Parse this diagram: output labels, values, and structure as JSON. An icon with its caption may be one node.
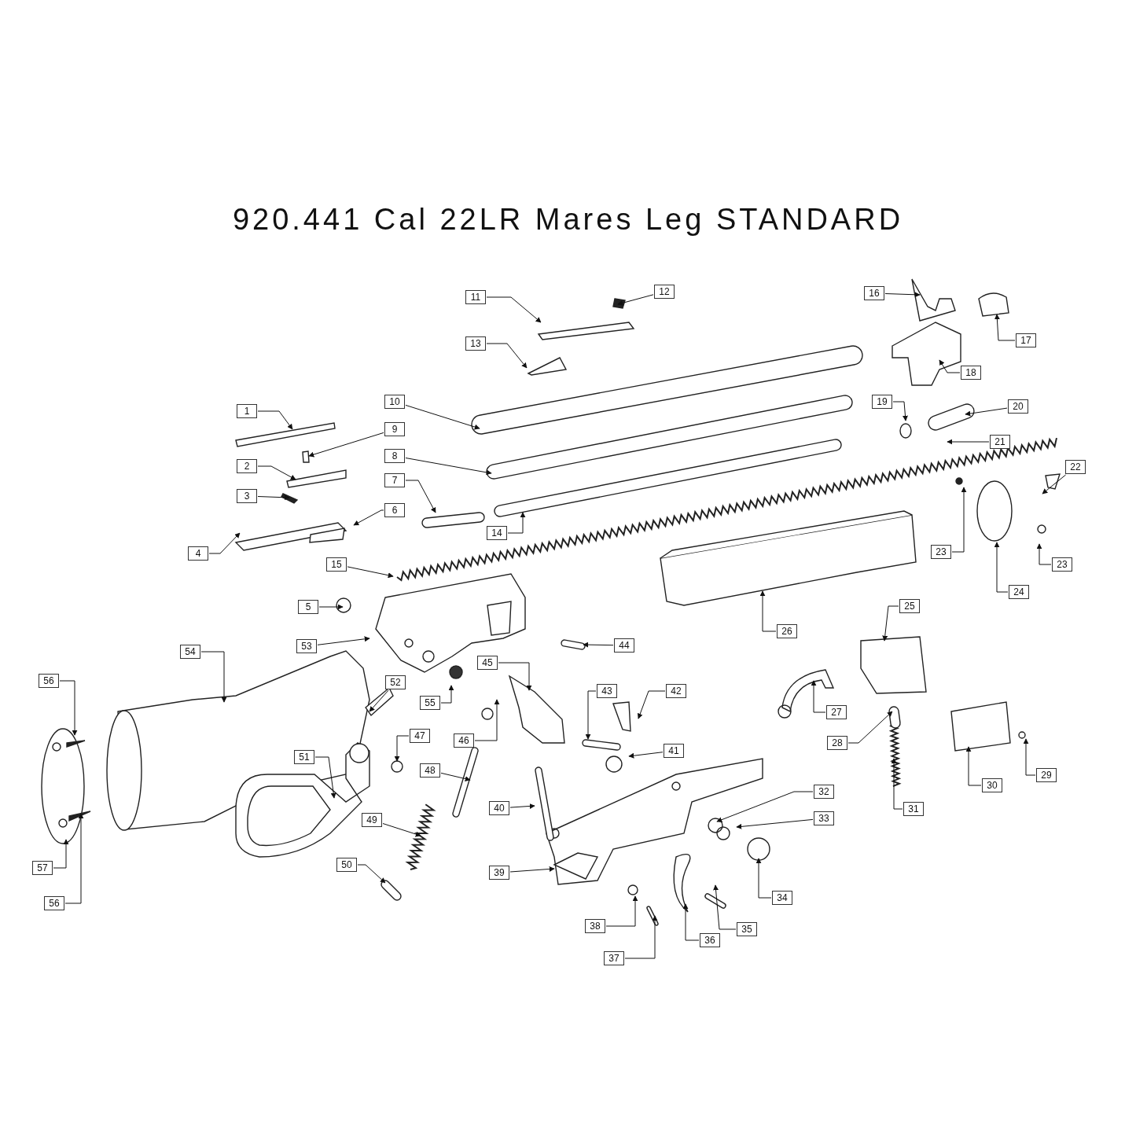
{
  "diagram": {
    "title": "920.441 Cal 22LR Mares Leg STANDARD",
    "nodes": [
      {
        "text": [
          "1"
        ]
      },
      {
        "text": [
          "2"
        ]
      },
      {
        "text": [
          "3"
        ]
      },
      {
        "text": [
          "4"
        ]
      },
      {
        "text": [
          "5"
        ]
      },
      {
        "text": [
          "6"
        ]
      },
      {
        "text": [
          "7"
        ]
      },
      {
        "text": [
          "8"
        ]
      },
      {
        "text": [
          "9"
        ]
      },
      {
        "text": [
          "10"
        ]
      },
      {
        "text": [
          "11"
        ]
      },
      {
        "text": [
          "12"
        ]
      },
      {
        "text": [
          "13"
        ]
      },
      {
        "text": [
          "14"
        ]
      },
      {
        "text": [
          "15"
        ]
      },
      {
        "text": [
          "16"
        ]
      },
      {
        "text": [
          "17"
        ]
      },
      {
        "text": [
          "18"
        ]
      },
      {
        "text": [
          "19"
        ]
      },
      {
        "text": [
          "20"
        ]
      },
      {
        "text": [
          "21"
        ]
      },
      {
        "text": [
          "22"
        ]
      },
      {
        "text": [
          "23"
        ]
      },
      {
        "text": [
          "23"
        ]
      },
      {
        "text": [
          "24"
        ]
      },
      {
        "text": [
          "25"
        ]
      },
      {
        "text": [
          "26"
        ]
      },
      {
        "text": [
          "27"
        ]
      },
      {
        "text": [
          "28"
        ]
      },
      {
        "text": [
          "29"
        ]
      },
      {
        "text": [
          "30"
        ]
      },
      {
        "text": [
          "31"
        ]
      },
      {
        "text": [
          "32"
        ]
      },
      {
        "text": [
          "33"
        ]
      },
      {
        "text": [
          "34"
        ]
      },
      {
        "text": [
          "35"
        ]
      },
      {
        "text": [
          "36"
        ]
      },
      {
        "text": [
          "37"
        ]
      },
      {
        "text": [
          "38"
        ]
      },
      {
        "text": [
          "39"
        ]
      },
      {
        "text": [
          "40"
        ]
      },
      {
        "text": [
          "41"
        ]
      },
      {
        "text": [
          "42"
        ]
      },
      {
        "text": [
          "43"
        ]
      },
      {
        "text": [
          "44"
        ]
      },
      {
        "text": [
          "45"
        ]
      },
      {
        "text": [
          "46"
        ]
      },
      {
        "text": [
          "47"
        ]
      },
      {
        "text": [
          "48"
        ]
      },
      {
        "text": [
          "49"
        ]
      },
      {
        "text": [
          "50"
        ]
      },
      {
        "text": [
          "51"
        ]
      },
      {
        "text": [
          "52"
        ]
      },
      {
        "text": [
          "53"
        ]
      },
      {
        "text": [
          "54"
        ]
      },
      {
        "text": [
          "55"
        ]
      },
      {
        "text": [
          "56"
        ]
      },
      {
        "text": [
          "56"
        ]
      },
      {
        "text": [
          "57"
        ]
      }
    ],
    "edges": [
      {
        "from": 0,
        "to": null,
        "arrow": "to"
      },
      {
        "from": 1,
        "to": null,
        "arrow": "to"
      },
      {
        "from": 2,
        "to": null,
        "arrow": "to"
      },
      {
        "from": 3,
        "to": null,
        "arrow": "to"
      },
      {
        "from": 4,
        "to": null,
        "arrow": "to"
      },
      {
        "from": 5,
        "to": null,
        "arrow": "to"
      },
      {
        "from": 6,
        "to": null,
        "arrow": "to"
      },
      {
        "from": 7,
        "to": null,
        "arrow": "to"
      },
      {
        "from": 8,
        "to": null,
        "arrow": "to"
      },
      {
        "from": 9,
        "to": null,
        "arrow": "to"
      },
      {
        "from": 10,
        "to": null,
        "arrow": "to"
      },
      {
        "from": 11,
        "to": null,
        "arrow": "to"
      },
      {
        "from": 12,
        "to": null,
        "arrow": "to"
      },
      {
        "from": 13,
        "to": null,
        "arrow": "to"
      },
      {
        "from": 14,
        "to": null,
        "arrow": "to"
      },
      {
        "from": 15,
        "to": null,
        "arrow": "to"
      },
      {
        "from": 16,
        "to": null,
        "arrow": "to"
      },
      {
        "from": 17,
        "to": null,
        "arrow": "to"
      },
      {
        "from": 18,
        "to": null,
        "arrow": "to"
      },
      {
        "from": 19,
        "to": null,
        "arrow": "to"
      },
      {
        "from": 20,
        "to": null,
        "arrow": "to"
      },
      {
        "from": 21,
        "to": null,
        "arrow": "to"
      },
      {
        "from": 22,
        "to": null,
        "arrow": "to"
      },
      {
        "from": 23,
        "to": null,
        "arrow": "to"
      },
      {
        "from": 24,
        "to": null,
        "arrow": "to"
      },
      {
        "from": 25,
        "to": null,
        "arrow": "to"
      },
      {
        "from": 26,
        "to": null,
        "arrow": "to"
      },
      {
        "from": 27,
        "to": null,
        "arrow": "to"
      },
      {
        "from": 28,
        "to": null,
        "arrow": "to"
      },
      {
        "from": 29,
        "to": null,
        "arrow": "to"
      },
      {
        "from": 30,
        "to": null,
        "arrow": "to"
      },
      {
        "from": 31,
        "to": null,
        "arrow": "to"
      },
      {
        "from": 32,
        "to": null,
        "arrow": "to"
      },
      {
        "from": 33,
        "to": null,
        "arrow": "to"
      },
      {
        "from": 34,
        "to": null,
        "arrow": "to"
      },
      {
        "from": 35,
        "to": null,
        "arrow": "to"
      },
      {
        "from": 36,
        "to": null,
        "arrow": "to"
      },
      {
        "from": 37,
        "to": null,
        "arrow": "to"
      },
      {
        "from": 38,
        "to": null,
        "arrow": "to"
      },
      {
        "from": 39,
        "to": null,
        "arrow": "to"
      },
      {
        "from": 40,
        "to": null,
        "arrow": "to"
      },
      {
        "from": 41,
        "to": null,
        "arrow": "to"
      },
      {
        "from": 42,
        "to": null,
        "arrow": "to"
      },
      {
        "from": 43,
        "to": null,
        "arrow": "to"
      },
      {
        "from": 44,
        "to": null,
        "arrow": "to"
      },
      {
        "from": 45,
        "to": null,
        "arrow": "to"
      },
      {
        "from": 46,
        "to": null,
        "arrow": "to"
      },
      {
        "from": 47,
        "to": null,
        "arrow": "to"
      },
      {
        "from": 48,
        "to": null,
        "arrow": "to"
      },
      {
        "from": 49,
        "to": null,
        "arrow": "to"
      },
      {
        "from": 50,
        "to": null,
        "arrow": "to"
      },
      {
        "from": 51,
        "to": null,
        "arrow": "to"
      },
      {
        "from": 52,
        "to": null,
        "arrow": "to"
      },
      {
        "from": 53,
        "to": null,
        "arrow": "to"
      },
      {
        "from": 54,
        "to": null,
        "arrow": "to"
      },
      {
        "from": 55,
        "to": null,
        "arrow": "to"
      },
      {
        "from": 56,
        "to": null,
        "arrow": "to"
      },
      {
        "from": 57,
        "to": null,
        "arrow": "to"
      },
      {
        "from": 58,
        "to": null,
        "arrow": "to"
      }
    ]
  }
}
